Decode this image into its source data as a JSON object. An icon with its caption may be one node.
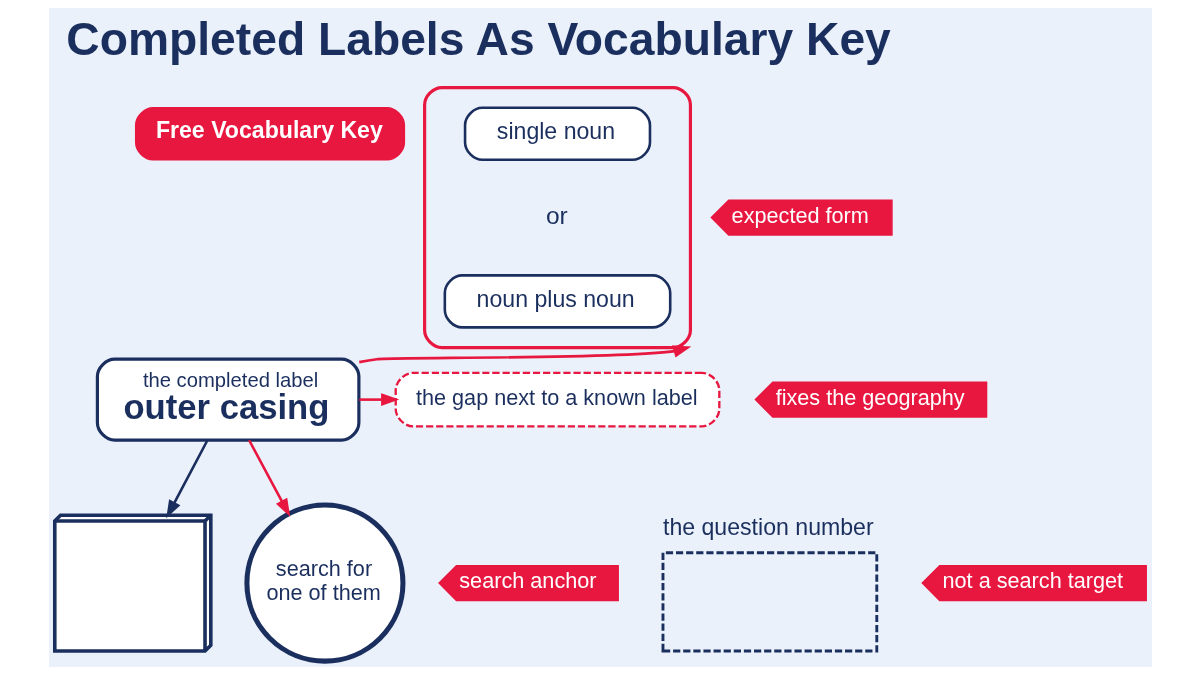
{
  "diagram": {
    "title": "Completed Labels As Vocabulary Key",
    "nodes": [
      {
        "text": [
          "Free Vocabulary Key"
        ]
      },
      {
        "text": [],
        "shape": "bracket"
      },
      {
        "text": [
          "single noun"
        ],
        "in": 1
      },
      {
        "text": [
          "noun plus noun"
        ],
        "in": 1
      },
      {
        "text": [
          "expected form"
        ]
      },
      {
        "text": [
          "the completed label",
          "outer casing"
        ]
      },
      {
        "text": [
          "the gap next to a known label"
        ]
      },
      {
        "text": [
          "fixes the geography"
        ]
      },
      {
        "text": [],
        "shape": "picture"
      },
      {
        "text": [
          "search for one of them"
        ]
      },
      {
        "text": [
          "search anchor"
        ]
      },
      {
        "text": [
          "the question number"
        ]
      },
      {
        "text": [
          "not a search target"
        ]
      }
    ],
    "edges": [
      {
        "from": 5,
        "to": 1,
        "arrow": "to"
      },
      {
        "from": 5,
        "to": 6,
        "arrow": "to"
      },
      {
        "from": 5,
        "to": 8,
        "arrow": "to",
        "color": "#1b2f5e"
      },
      {
        "from": 5,
        "to": 9,
        "arrow": "to"
      }
    ],
    "labels": [
      "or"
    ]
  }
}
